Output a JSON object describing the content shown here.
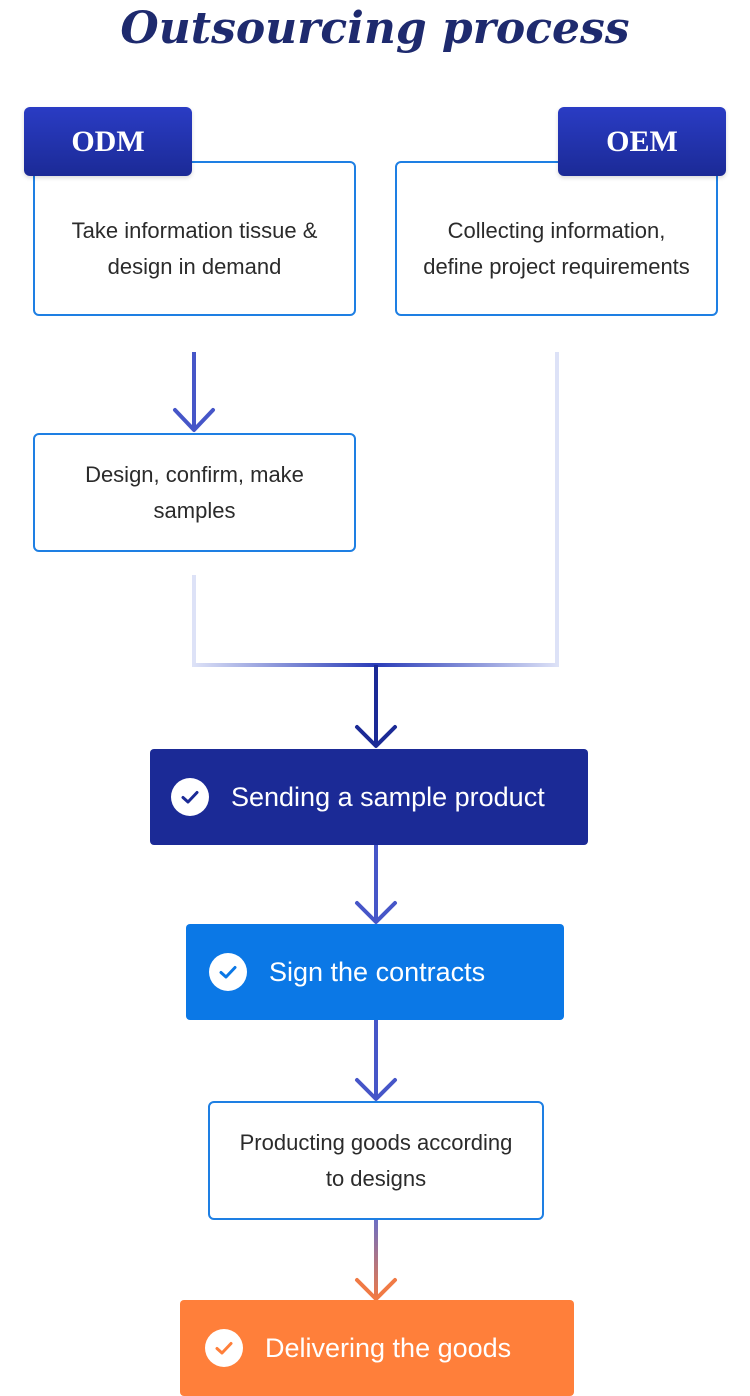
{
  "title": "Outsourcing process",
  "odm": {
    "tag": "ODM",
    "step1": "Take information tissue & design in demand",
    "step2": "Design, confirm, make samples"
  },
  "oem": {
    "tag": "OEM",
    "step1": "Collecting information, define project requirements"
  },
  "steps": [
    {
      "label": "Sending a sample product",
      "color": "#1b2a96",
      "icon": "check-icon"
    },
    {
      "label": "Sign the contracts",
      "color": "#0b78e6",
      "icon": "check-icon"
    },
    {
      "label": "Producting goods according to designs"
    },
    {
      "label": "Delivering the goods",
      "color": "#ff7f3a",
      "icon": "check-icon"
    }
  ],
  "colors": {
    "title": "#1e2a6e",
    "box_border": "#1e7fe3",
    "arrow_dark": "#2a3cb8",
    "arrow_light": "#dde2f7",
    "arrow_orange": "#f07a45"
  }
}
